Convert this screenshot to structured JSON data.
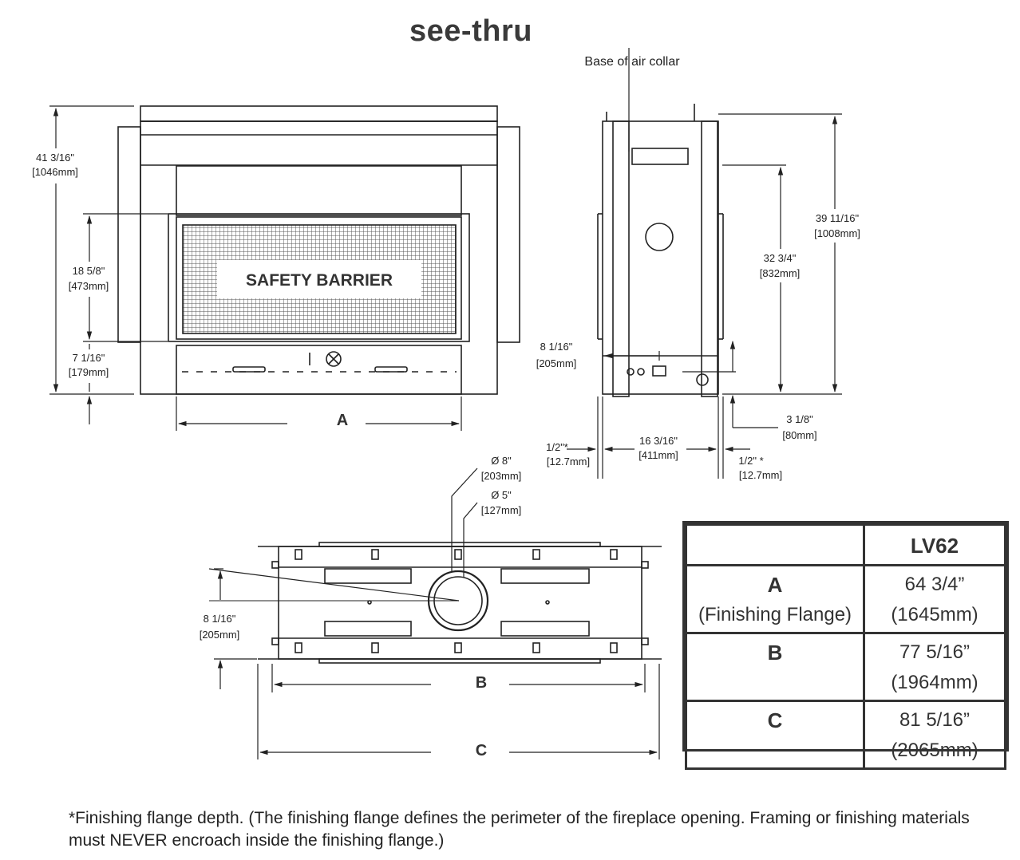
{
  "title": "see-thru",
  "front_view": {
    "dim_height_in": "41 3/16\"",
    "dim_height_mm": "[1046mm]",
    "dim_glass_in": "18 5/8\"",
    "dim_glass_mm": "[473mm]",
    "dim_base_in": "7 1/16\"",
    "dim_base_mm": "[179mm]",
    "barrier_label": "SAFETY BARRIER",
    "width_label": "A"
  },
  "side_view": {
    "air_collar_label": "Base of air collar",
    "dim_total_in": "39 11/16\"",
    "dim_total_mm": "[1008mm]",
    "dim_collar_in": "32 3/4\"",
    "dim_collar_mm": "[832mm]",
    "dim_center_in": "8 1/16\"",
    "dim_center_mm": "[205mm]",
    "dim_bottom_in": "3 1/8\"",
    "dim_bottom_mm": "[80mm]",
    "dim_depth_in": "16 3/16\"",
    "dim_depth_mm": "[411mm]",
    "dim_flange_left_in": "1/2\"*",
    "dim_flange_left_mm": "[12.7mm]",
    "dim_flange_right_in": "1/2\" *",
    "dim_flange_right_mm": "[12.7mm]"
  },
  "top_view": {
    "dim_outer_dia": "Ø 8\"",
    "dim_outer_dia_mm": "[203mm]",
    "dim_inner_dia": "Ø 5\"",
    "dim_inner_dia_mm": "[127mm]",
    "dim_center_in": "8 1/16\"",
    "dim_center_mm": "[205mm]",
    "label_b": "B",
    "label_c": "C"
  },
  "specs_table": {
    "model": "LV62",
    "rows": [
      {
        "label": "A",
        "sub": "(Finishing Flange)",
        "in": "64 3/4”",
        "mm": "(1645mm)"
      },
      {
        "label": "B",
        "sub": "",
        "in": "77 5/16”",
        "mm": "(1964mm)"
      },
      {
        "label": "C",
        "sub": "",
        "in": "81 5/16”",
        "mm": "(2065mm)"
      }
    ]
  },
  "footnote": "*Finishing flange depth. (The finishing flange defines the perimeter of the fireplace opening. Framing or finishing materials  must NEVER encroach inside the finishing flange.)"
}
